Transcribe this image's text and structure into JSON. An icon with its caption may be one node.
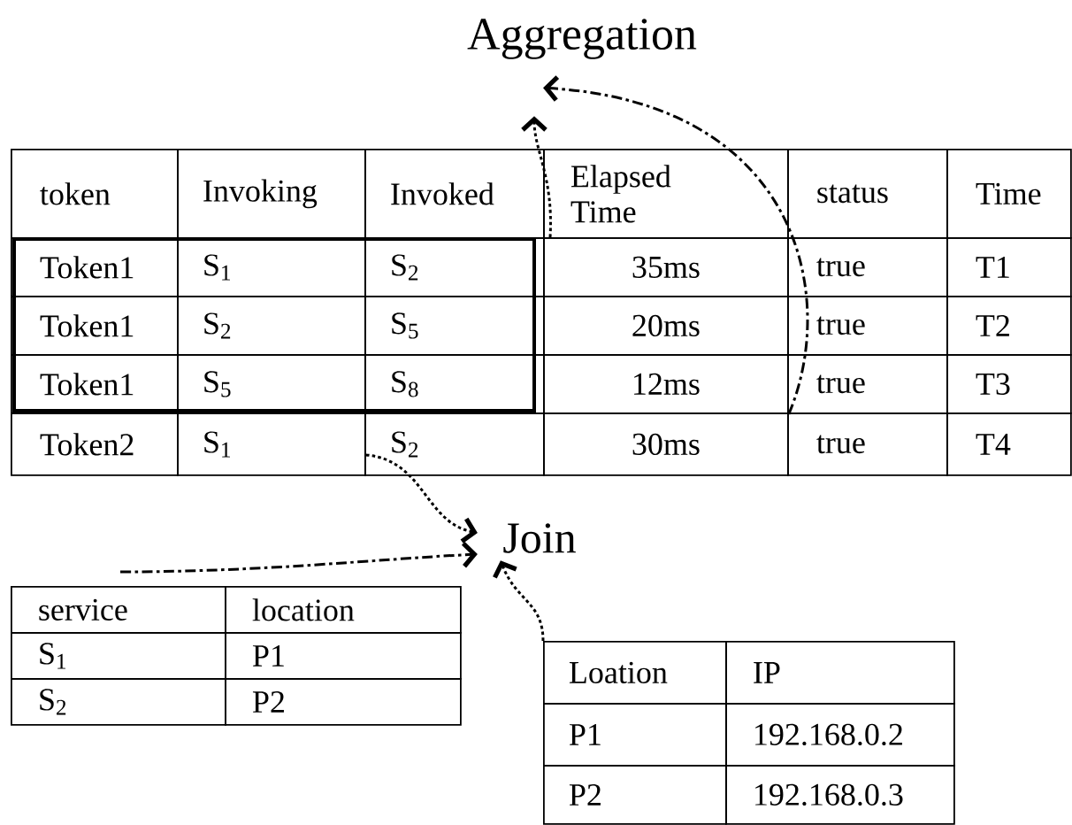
{
  "diagram": {
    "nodes": [
      {
        "text": [
          "Aggregation"
        ]
      },
      {
        "text": [
          "35ms"
        ]
      },
      {
        "text": [
          "12ms"
        ]
      },
      {
        "text": [
          "S$_{1}$"
        ]
      },
      {
        "text": [
          "Join"
        ]
      },
      {
        "text": [
          "Loation"
        ]
      }
    ],
    "edges": [
      {
        "from": 1,
        "to": 0,
        "arrow": "to",
        "style": "dashed"
      },
      {
        "from": 2,
        "to": 0,
        "arrow": "to",
        "style": "dashed"
      },
      {
        "from": 3,
        "to": 4,
        "arrow": "to",
        "style": "dashed"
      },
      {
        "from": null,
        "to": 4,
        "arrow": "to",
        "style": "dashed"
      },
      {
        "from": 5,
        "to": 4,
        "arrow": "to",
        "style": "dashed"
      }
    ],
    "labels": [
      "token",
      "Invoking",
      "Invoked",
      "Elapsed Time",
      "status",
      "Time",
      "Token1",
      "S$_{1}$",
      "S$_{2}$",
      "true",
      "T1",
      "Token1",
      "S$_{2}$",
      "S$_{5}$",
      "20ms",
      "true",
      "T2",
      "Token1",
      "S$_{5}$",
      "S$_{8}$",
      "true",
      "T3",
      "Token2",
      "S$_{2}$",
      "30ms",
      "true",
      "T4",
      "service",
      "location",
      "S$_{1}$",
      "P1",
      "S$_{2}$",
      "P2",
      "IP",
      "P1",
      "192.168.0.2",
      "P2",
      "192.168.0.3"
    ]
  }
}
